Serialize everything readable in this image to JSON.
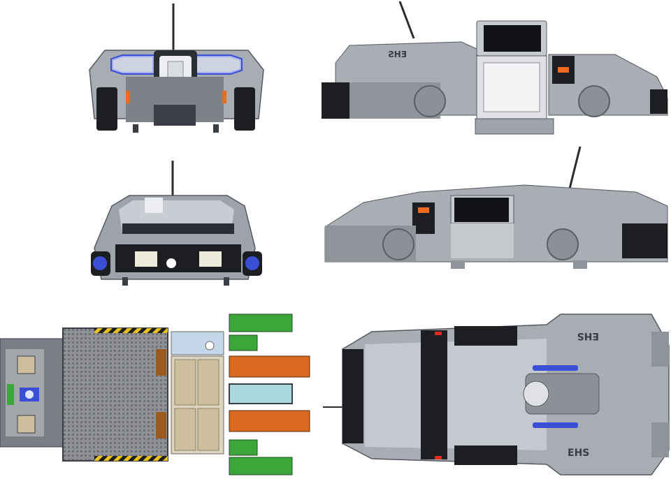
{
  "colors": {
    "hull_light": "#c9ccd2",
    "hull_mid": "#9ea2aa",
    "hull_dark": "#5b5f66",
    "panel_black": "#1c1e22",
    "accent_blue": "#3a4fd6",
    "glow_blue": "#dfe6ff",
    "accent_orange": "#f06a1e",
    "accent_red": "#e02a1f",
    "floor_grey": "#8f9196",
    "hazard_yellow": "#e8c21a",
    "pipe_green": "#3da63a",
    "pipe_orange": "#d9691f",
    "glass_cyan": "#a9d8df",
    "crate_tan": "#cdbf9e"
  },
  "hull_markings": {
    "side_top": "EHS",
    "top_view_upper": "EHS",
    "top_view_lower": "EHS"
  },
  "views": [
    {
      "name": "front-view"
    },
    {
      "name": "port-side-view"
    },
    {
      "name": "rear-view"
    },
    {
      "name": "starboard-side-view"
    },
    {
      "name": "deck-plan"
    },
    {
      "name": "top-view"
    }
  ]
}
